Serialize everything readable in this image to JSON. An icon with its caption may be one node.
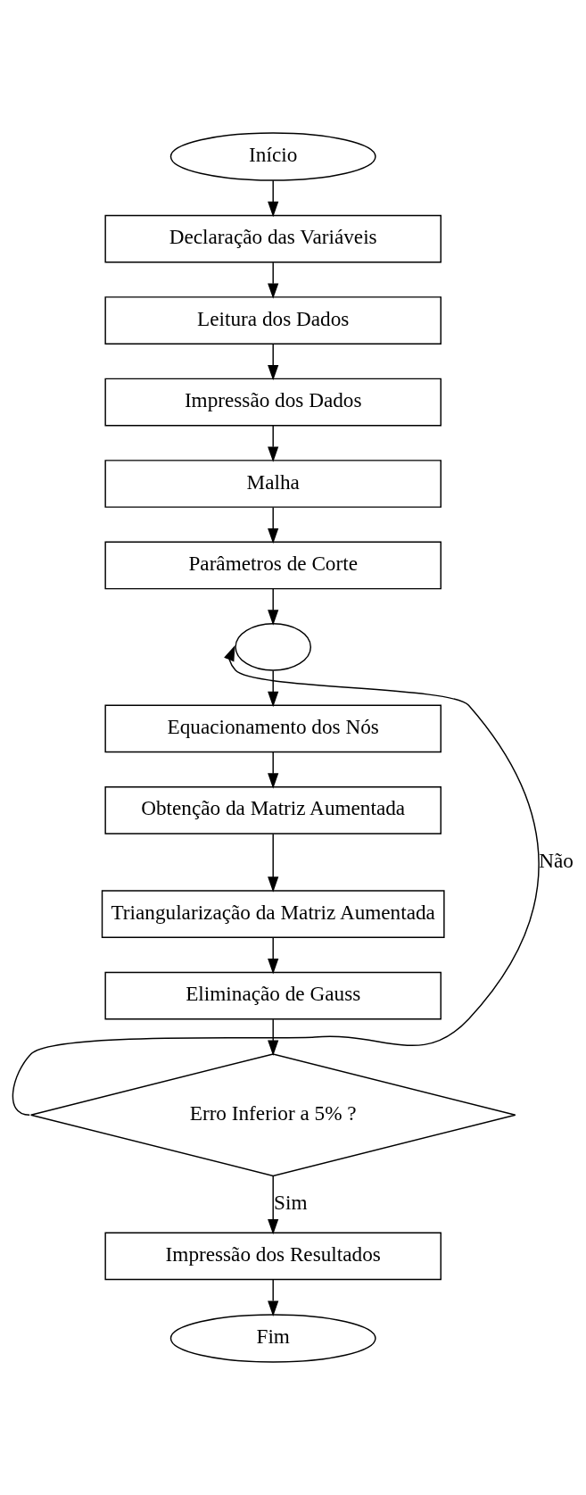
{
  "diagram": {
    "nodes": [
      {
        "text": [
          "Início"
        ]
      },
      {
        "text": [
          "Declaração das Variáveis"
        ]
      },
      {
        "text": [
          "Leitura dos Dados"
        ]
      },
      {
        "text": [
          "Impressão dos Dados"
        ]
      },
      {
        "text": [
          "Malha"
        ]
      },
      {
        "text": [
          "Parâmetros de Corte"
        ]
      },
      {
        "text": [],
        "shape": "circle"
      },
      {
        "text": [
          "Equacionamento dos Nós"
        ]
      },
      {
        "text": [
          "Obtenção da Matriz Aumentada"
        ]
      },
      {
        "text": [
          "Triangularização da Matriz Aumentada"
        ]
      },
      {
        "text": [
          "Eliminação de Gauss"
        ]
      },
      {
        "text": [
          "Erro Inferior a 5% ?"
        ]
      },
      {
        "text": [
          "Impressão dos Resultados"
        ]
      },
      {
        "text": [
          "Fim"
        ]
      }
    ],
    "edges": [
      {
        "from": 0,
        "to": 1,
        "arrow": "to"
      },
      {
        "from": 1,
        "to": 2,
        "arrow": "to"
      },
      {
        "from": 2,
        "to": 3,
        "arrow": "to"
      },
      {
        "from": 3,
        "to": 4,
        "arrow": "to"
      },
      {
        "from": 4,
        "to": 5,
        "arrow": "to"
      },
      {
        "from": 5,
        "to": 6,
        "arrow": "to"
      },
      {
        "from": 6,
        "to": 7,
        "arrow": "to"
      },
      {
        "from": 7,
        "to": 8,
        "arrow": "to"
      },
      {
        "from": 8,
        "to": 9,
        "arrow": "to"
      },
      {
        "from": 9,
        "to": 10,
        "arrow": "to"
      },
      {
        "from": 10,
        "to": 11,
        "arrow": "to"
      },
      {
        "from": 11,
        "to": 6,
        "arrow": "to",
        "label": "Não"
      },
      {
        "from": 11,
        "to": 12,
        "arrow": "to",
        "label": "Sim"
      },
      {
        "from": 12,
        "to": 13,
        "arrow": "to"
      }
    ]
  }
}
